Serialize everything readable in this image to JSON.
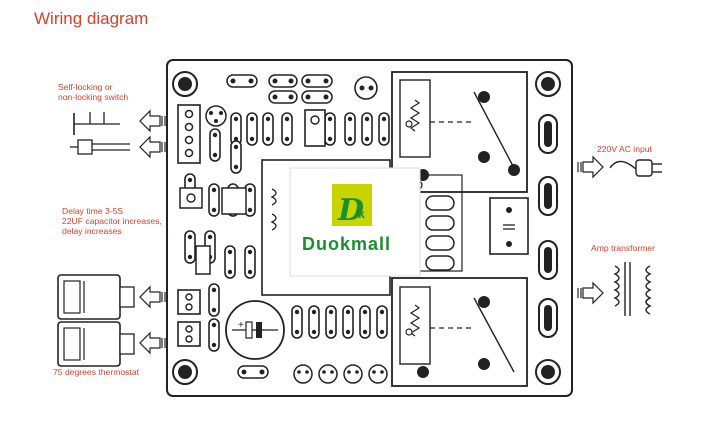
{
  "title": "Wiring diagram",
  "labels": {
    "switch_line1": "Self-locking or",
    "switch_line2": "non-locking switch",
    "delay_line1": "Delay time 3-5S",
    "delay_line2": "22UF capacitor increases,",
    "delay_line3": "delay increases",
    "thermostat": "75 degrees thermostat",
    "ac_input": "220V AC input",
    "amp_transformer": "Amp transformer"
  },
  "logo": {
    "brand": "Duokmall",
    "brand_color": "#1a8f2e",
    "mark_color": "#c8d400"
  },
  "colors": {
    "label": "#d9402b",
    "line": "#222222"
  }
}
